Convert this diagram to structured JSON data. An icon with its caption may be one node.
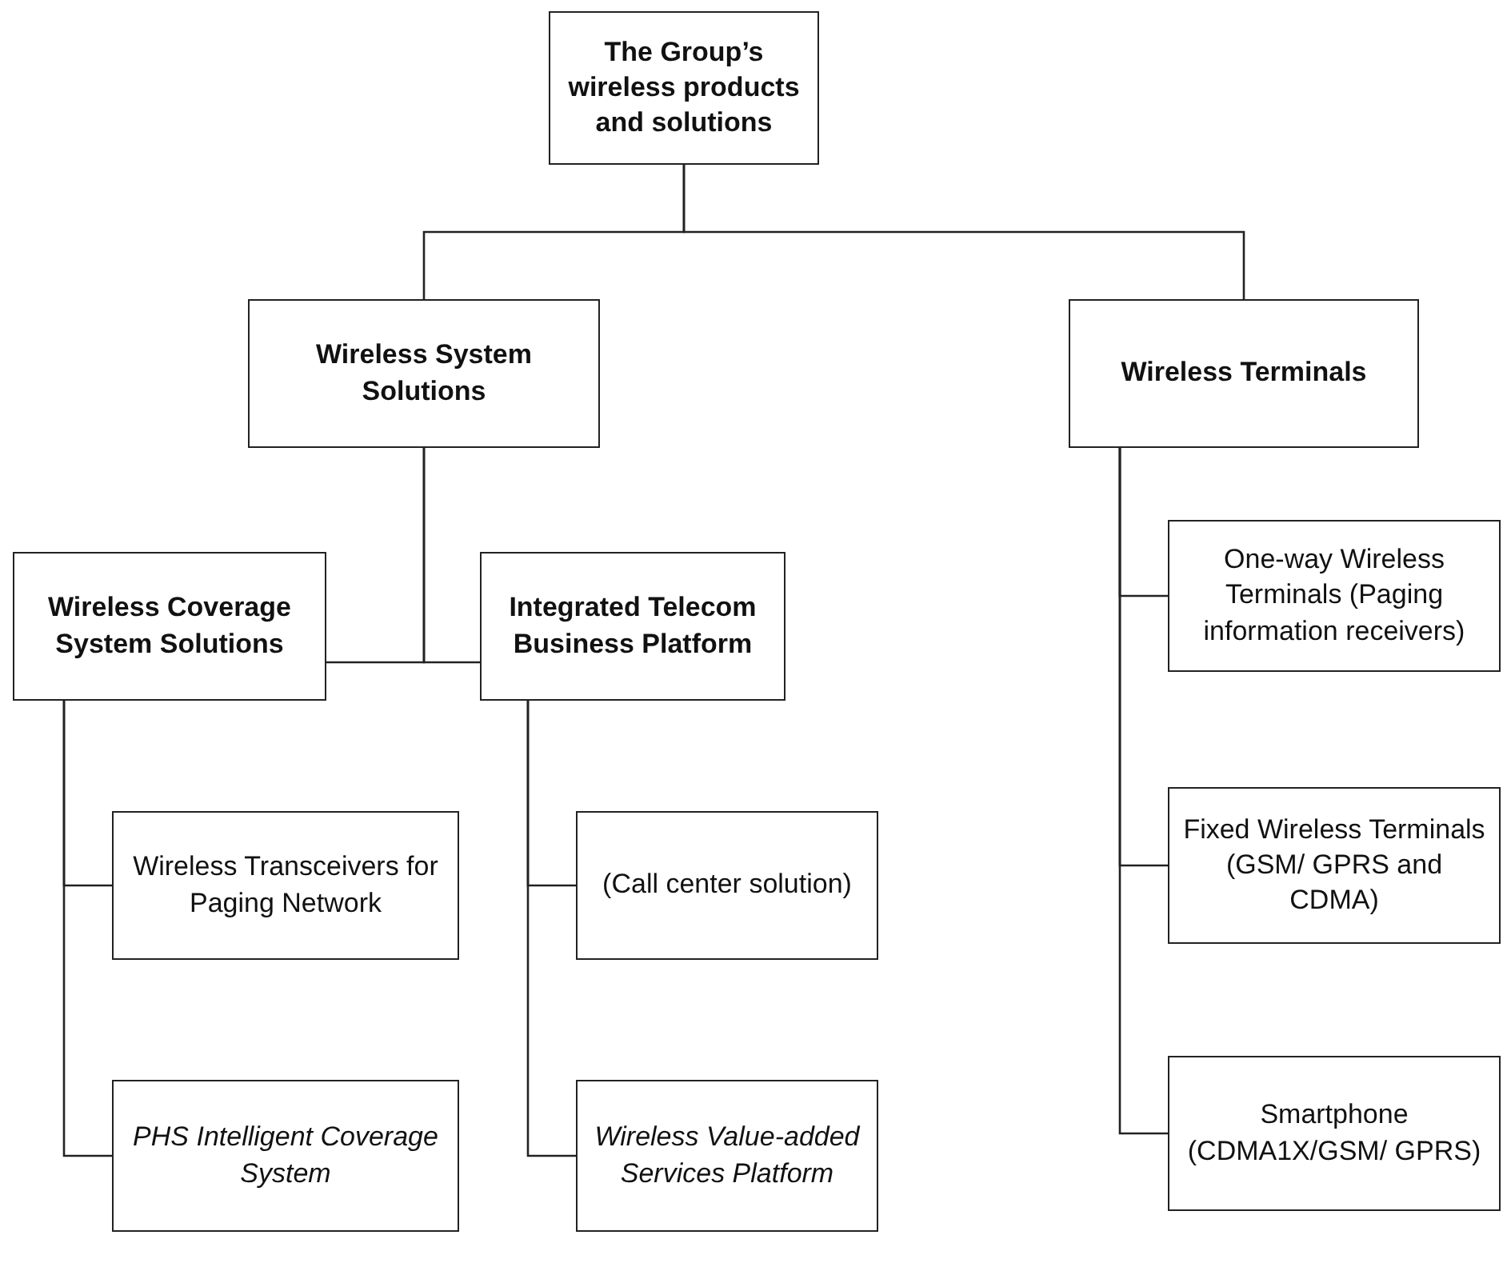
{
  "diagram": {
    "nodes": [
      {
        "text": [
          "The Group’s wireless products and solutions"
        ]
      },
      {
        "text": [
          "Wireless System Solutions"
        ]
      },
      {
        "text": [
          "Wireless Terminals"
        ]
      },
      {
        "text": [
          "Wireless Coverage System Solutions"
        ]
      },
      {
        "text": [
          "Integrated Telecom Business Platform"
        ]
      },
      {
        "text": [
          "One-way Wireless Terminals (Paging information receivers)"
        ]
      },
      {
        "text": [
          "Fixed Wireless Terminals (GSM/ GPRS and CDMA)"
        ]
      },
      {
        "text": [
          "Smartphone (CDMA1X/GSM/ GPRS)"
        ]
      },
      {
        "text": [
          "Wireless Transceivers for Paging Network"
        ]
      },
      {
        "text": [
          "PHS Intelligent Coverage System"
        ]
      },
      {
        "text": [
          "(Call center solution)"
        ]
      },
      {
        "text": [
          "Wireless Value-added Services Platform"
        ]
      }
    ],
    "edges": [
      {
        "from": 0,
        "to": 1,
        "arrow": "none"
      },
      {
        "from": 0,
        "to": 2,
        "arrow": "none"
      },
      {
        "from": 1,
        "to": 3,
        "arrow": "none"
      },
      {
        "from": 1,
        "to": 4,
        "arrow": "none"
      },
      {
        "from": 2,
        "to": 5,
        "arrow": "none"
      },
      {
        "from": 2,
        "to": 6,
        "arrow": "none"
      },
      {
        "from": 2,
        "to": 7,
        "arrow": "none"
      },
      {
        "from": 3,
        "to": 8,
        "arrow": "none"
      },
      {
        "from": 3,
        "to": 9,
        "arrow": "none"
      },
      {
        "from": 4,
        "to": 10,
        "arrow": "none"
      },
      {
        "from": 4,
        "to": 11,
        "arrow": "none"
      }
    ]
  }
}
